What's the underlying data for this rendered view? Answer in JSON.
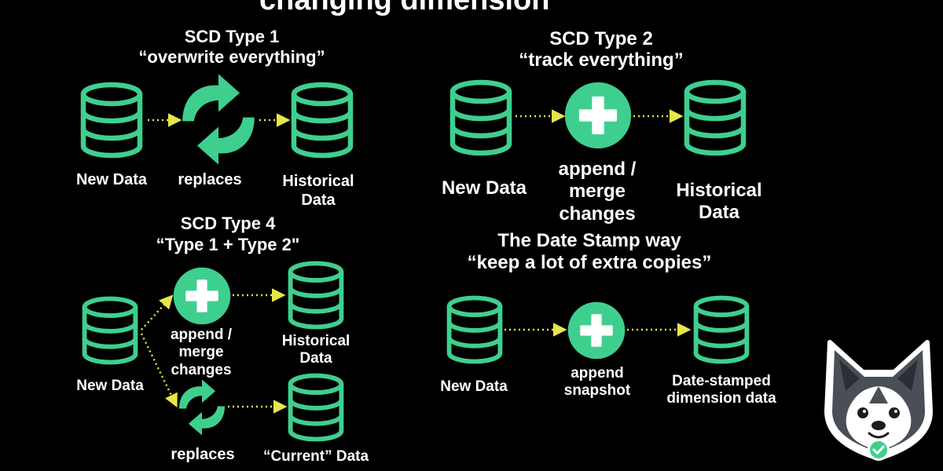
{
  "title": "changing dimension",
  "colors": {
    "green": "#3ecf8e",
    "arrow": "#e6e64a",
    "background": "#000000",
    "text": "#ffffff"
  },
  "scd1": {
    "title": "SCD Type 1",
    "subtitle": "“overwrite everything”",
    "new_label": "New Data",
    "action_label": "replaces",
    "target_label": "Historical\nData"
  },
  "scd2": {
    "title": "SCD Type 2",
    "subtitle": "“track everything”",
    "new_label": "New Data",
    "action_label": "append /\nmerge\nchanges",
    "target_label": "Historical\nData"
  },
  "scd4": {
    "title": "SCD Type 4",
    "subtitle": "“Type 1 + Type 2\"",
    "new_label": "New Data",
    "append_label": "append /\nmerge\nchanges",
    "historical_label": "Historical\nData",
    "replace_label": "replaces",
    "current_label": "“Current” Data"
  },
  "datestamp": {
    "title": "The Date Stamp way",
    "subtitle": "“keep a lot of extra copies”",
    "new_label": "New Data",
    "action_label": "append\nsnapshot",
    "target_label": "Date-stamped\ndimension data"
  },
  "icons": {
    "database": "database-icon",
    "sync": "sync-arrows-icon",
    "plus": "plus-circle-icon",
    "mascot": "husky-mascot-icon",
    "check": "check-badge-icon"
  }
}
